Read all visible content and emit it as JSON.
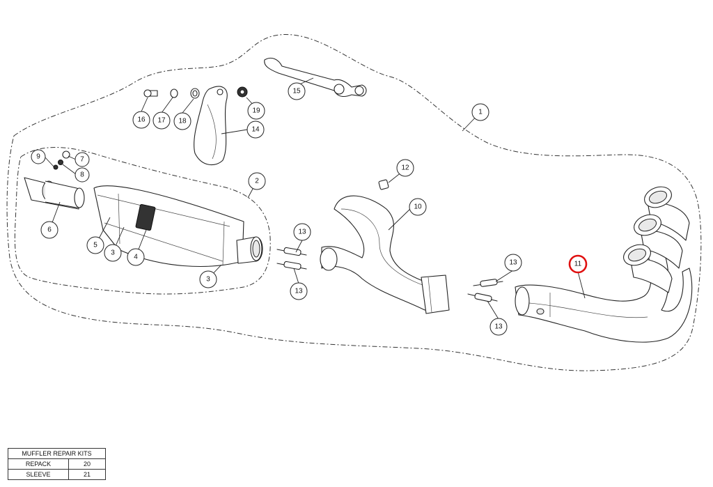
{
  "callouts": [
    {
      "id": "1",
      "label": "1",
      "highlighted": false
    },
    {
      "id": "2",
      "label": "2",
      "highlighted": false
    },
    {
      "id": "3a",
      "label": "3",
      "highlighted": false
    },
    {
      "id": "3b",
      "label": "3",
      "highlighted": false
    },
    {
      "id": "4",
      "label": "4",
      "highlighted": false
    },
    {
      "id": "5",
      "label": "5",
      "highlighted": false
    },
    {
      "id": "6",
      "label": "6",
      "highlighted": false
    },
    {
      "id": "7",
      "label": "7",
      "highlighted": false
    },
    {
      "id": "8",
      "label": "8",
      "highlighted": false
    },
    {
      "id": "9",
      "label": "9",
      "highlighted": false
    },
    {
      "id": "10",
      "label": "10",
      "highlighted": false
    },
    {
      "id": "11",
      "label": "11",
      "highlighted": true
    },
    {
      "id": "12",
      "label": "12",
      "highlighted": false
    },
    {
      "id": "13a",
      "label": "13",
      "highlighted": false
    },
    {
      "id": "13b",
      "label": "13",
      "highlighted": false
    },
    {
      "id": "13c",
      "label": "13",
      "highlighted": false
    },
    {
      "id": "13d",
      "label": "13",
      "highlighted": false
    },
    {
      "id": "14",
      "label": "14",
      "highlighted": false
    },
    {
      "id": "15",
      "label": "15",
      "highlighted": false
    },
    {
      "id": "16",
      "label": "16",
      "highlighted": false
    },
    {
      "id": "17",
      "label": "17",
      "highlighted": false
    },
    {
      "id": "18",
      "label": "18",
      "highlighted": false
    },
    {
      "id": "19",
      "label": "19",
      "highlighted": false
    }
  ],
  "highlight_color": "#e01010",
  "repair_kits": {
    "title": "MUFFLER REPAIR KITS",
    "rows": [
      {
        "name": "REPACK",
        "number": "20"
      },
      {
        "name": "SLEEVE",
        "number": "21"
      }
    ]
  }
}
